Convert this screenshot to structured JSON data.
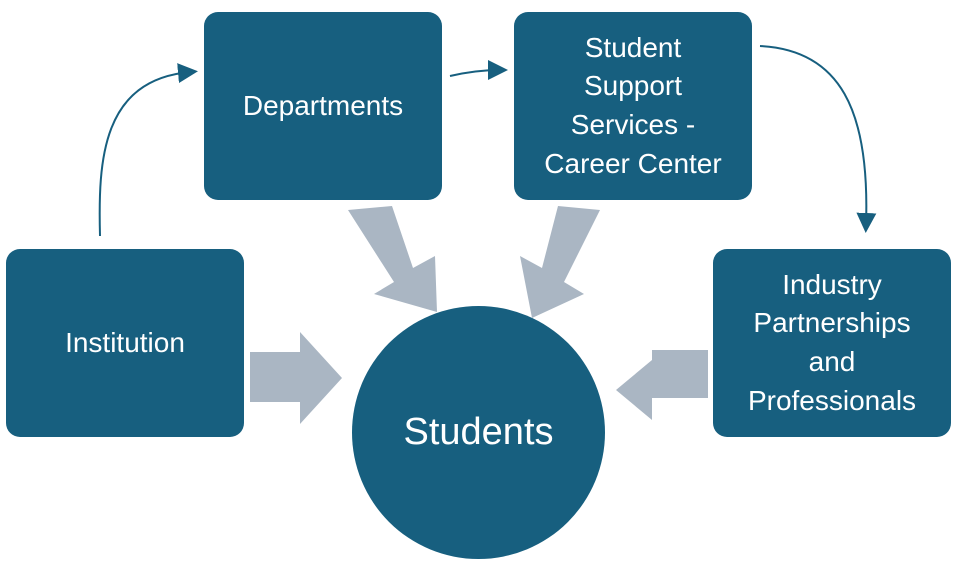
{
  "nodes": {
    "institution": "Institution",
    "departments": "Departments",
    "support_services": "Student\nSupport\nServices -\nCareer Center",
    "industry": "Industry\nPartnerships\nand\nProfessionals",
    "students": "Students"
  },
  "colors": {
    "node_fill": "#175f7f",
    "node_text": "#ffffff",
    "flow_arrow": "#aab6c3",
    "connector": "#175f7f"
  }
}
